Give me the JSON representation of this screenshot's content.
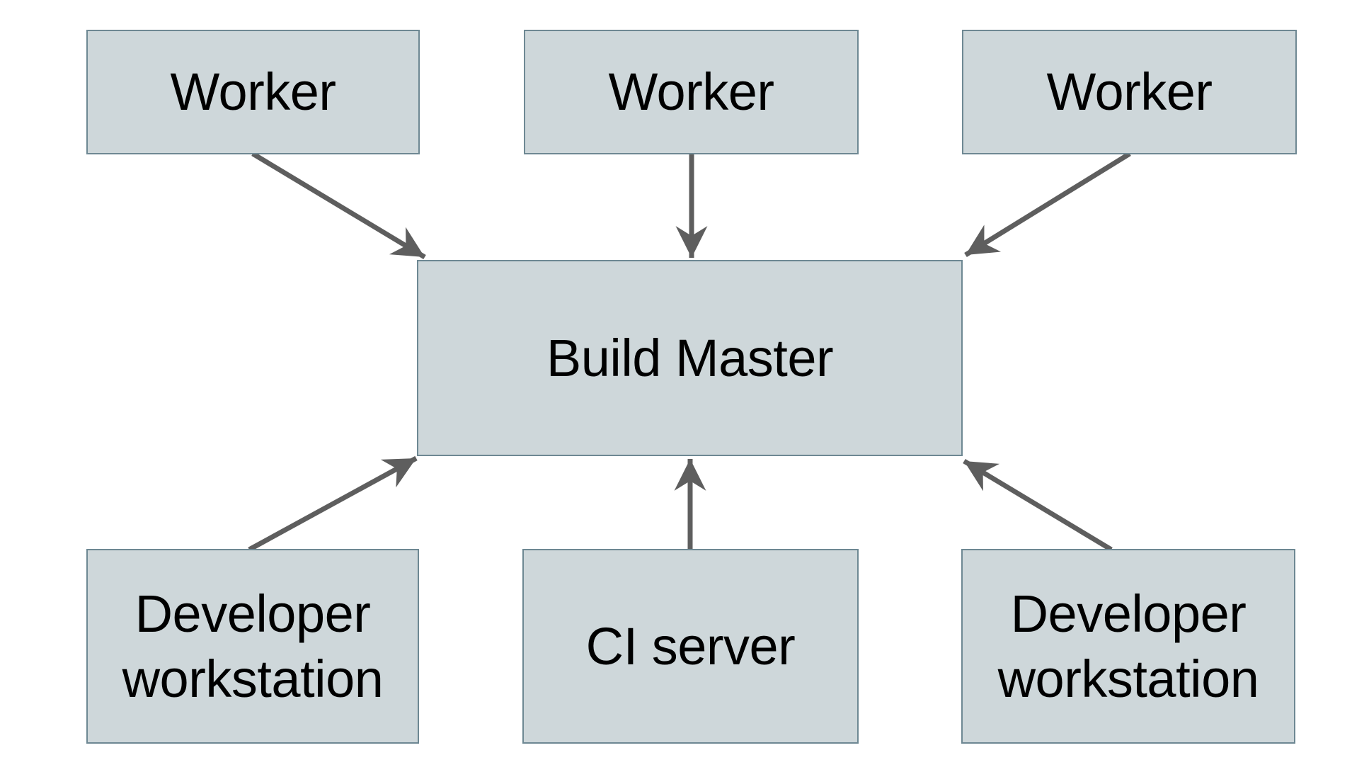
{
  "diagram": {
    "type": "architecture-diagram",
    "nodes": [
      {
        "id": "worker-1",
        "label": "Worker"
      },
      {
        "id": "worker-2",
        "label": "Worker"
      },
      {
        "id": "worker-3",
        "label": "Worker"
      },
      {
        "id": "build-master",
        "label": "Build Master"
      },
      {
        "id": "dev-workstation-1",
        "label": "Developer workstation"
      },
      {
        "id": "ci-server",
        "label": "CI server"
      },
      {
        "id": "dev-workstation-2",
        "label": "Developer workstation"
      }
    ],
    "edges": [
      {
        "from": "worker-1",
        "to": "build-master",
        "direction": "worker-1 → build-master"
      },
      {
        "from": "worker-2",
        "to": "build-master",
        "direction": "worker-2 → build-master"
      },
      {
        "from": "worker-3",
        "to": "build-master",
        "direction": "worker-3 → build-master"
      },
      {
        "from": "dev-workstation-1",
        "to": "build-master",
        "direction": "dev-workstation-1 → build-master"
      },
      {
        "from": "ci-server",
        "to": "build-master",
        "direction": "ci-server → build-master"
      },
      {
        "from": "dev-workstation-2",
        "to": "build-master",
        "direction": "dev-workstation-2 → build-master"
      }
    ],
    "colors": {
      "background": "#ffffff",
      "node_fill": "#ced7da",
      "node_border": "#6e8893",
      "arrow": "#5e5e5e",
      "text": "#000000"
    }
  }
}
